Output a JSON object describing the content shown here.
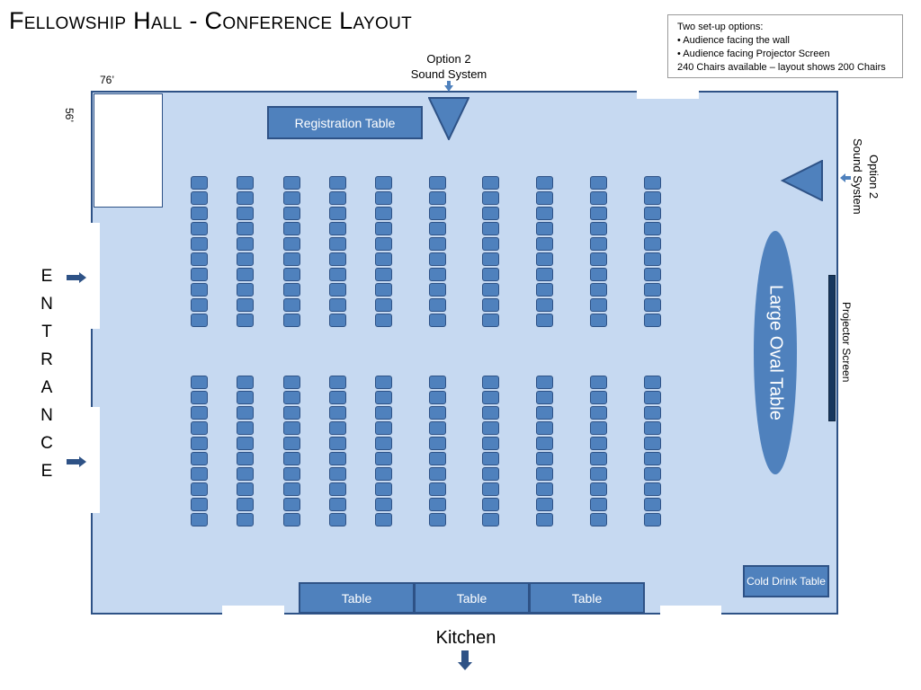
{
  "title": "Fellowship Hall - Conference Layout",
  "notes": {
    "line1": "Two set-up options:",
    "line2": "• Audience facing the wall",
    "line3": "• Audience facing Projector Screen",
    "line4": "240 Chairs available – layout shows 200 Chairs"
  },
  "dimensions": {
    "width": "76’",
    "depth": "56’"
  },
  "sound_top": {
    "line1": "Option 2",
    "line2": "Sound System"
  },
  "sound_right": {
    "line1": "Option 2",
    "line2": "Sound System"
  },
  "registration_table": "Registration Table",
  "oval_table": "Large Oval Table",
  "projector_screen": "Projector Screen",
  "entrance_letters": [
    "E",
    "N",
    "T",
    "R",
    "A",
    "N",
    "C",
    "E"
  ],
  "bottom_tables": [
    "Table",
    "Table",
    "Table"
  ],
  "cold_drink_table": "Cold Drink Table",
  "kitchen": "Kitchen",
  "colors": {
    "floor": "#c6d9f1",
    "furniture": "#4f81bd",
    "outline": "#2e5286",
    "screen": "#17375e"
  },
  "seating": {
    "columns": 10,
    "chairs_per_column_per_block": 10,
    "blocks": 2
  }
}
